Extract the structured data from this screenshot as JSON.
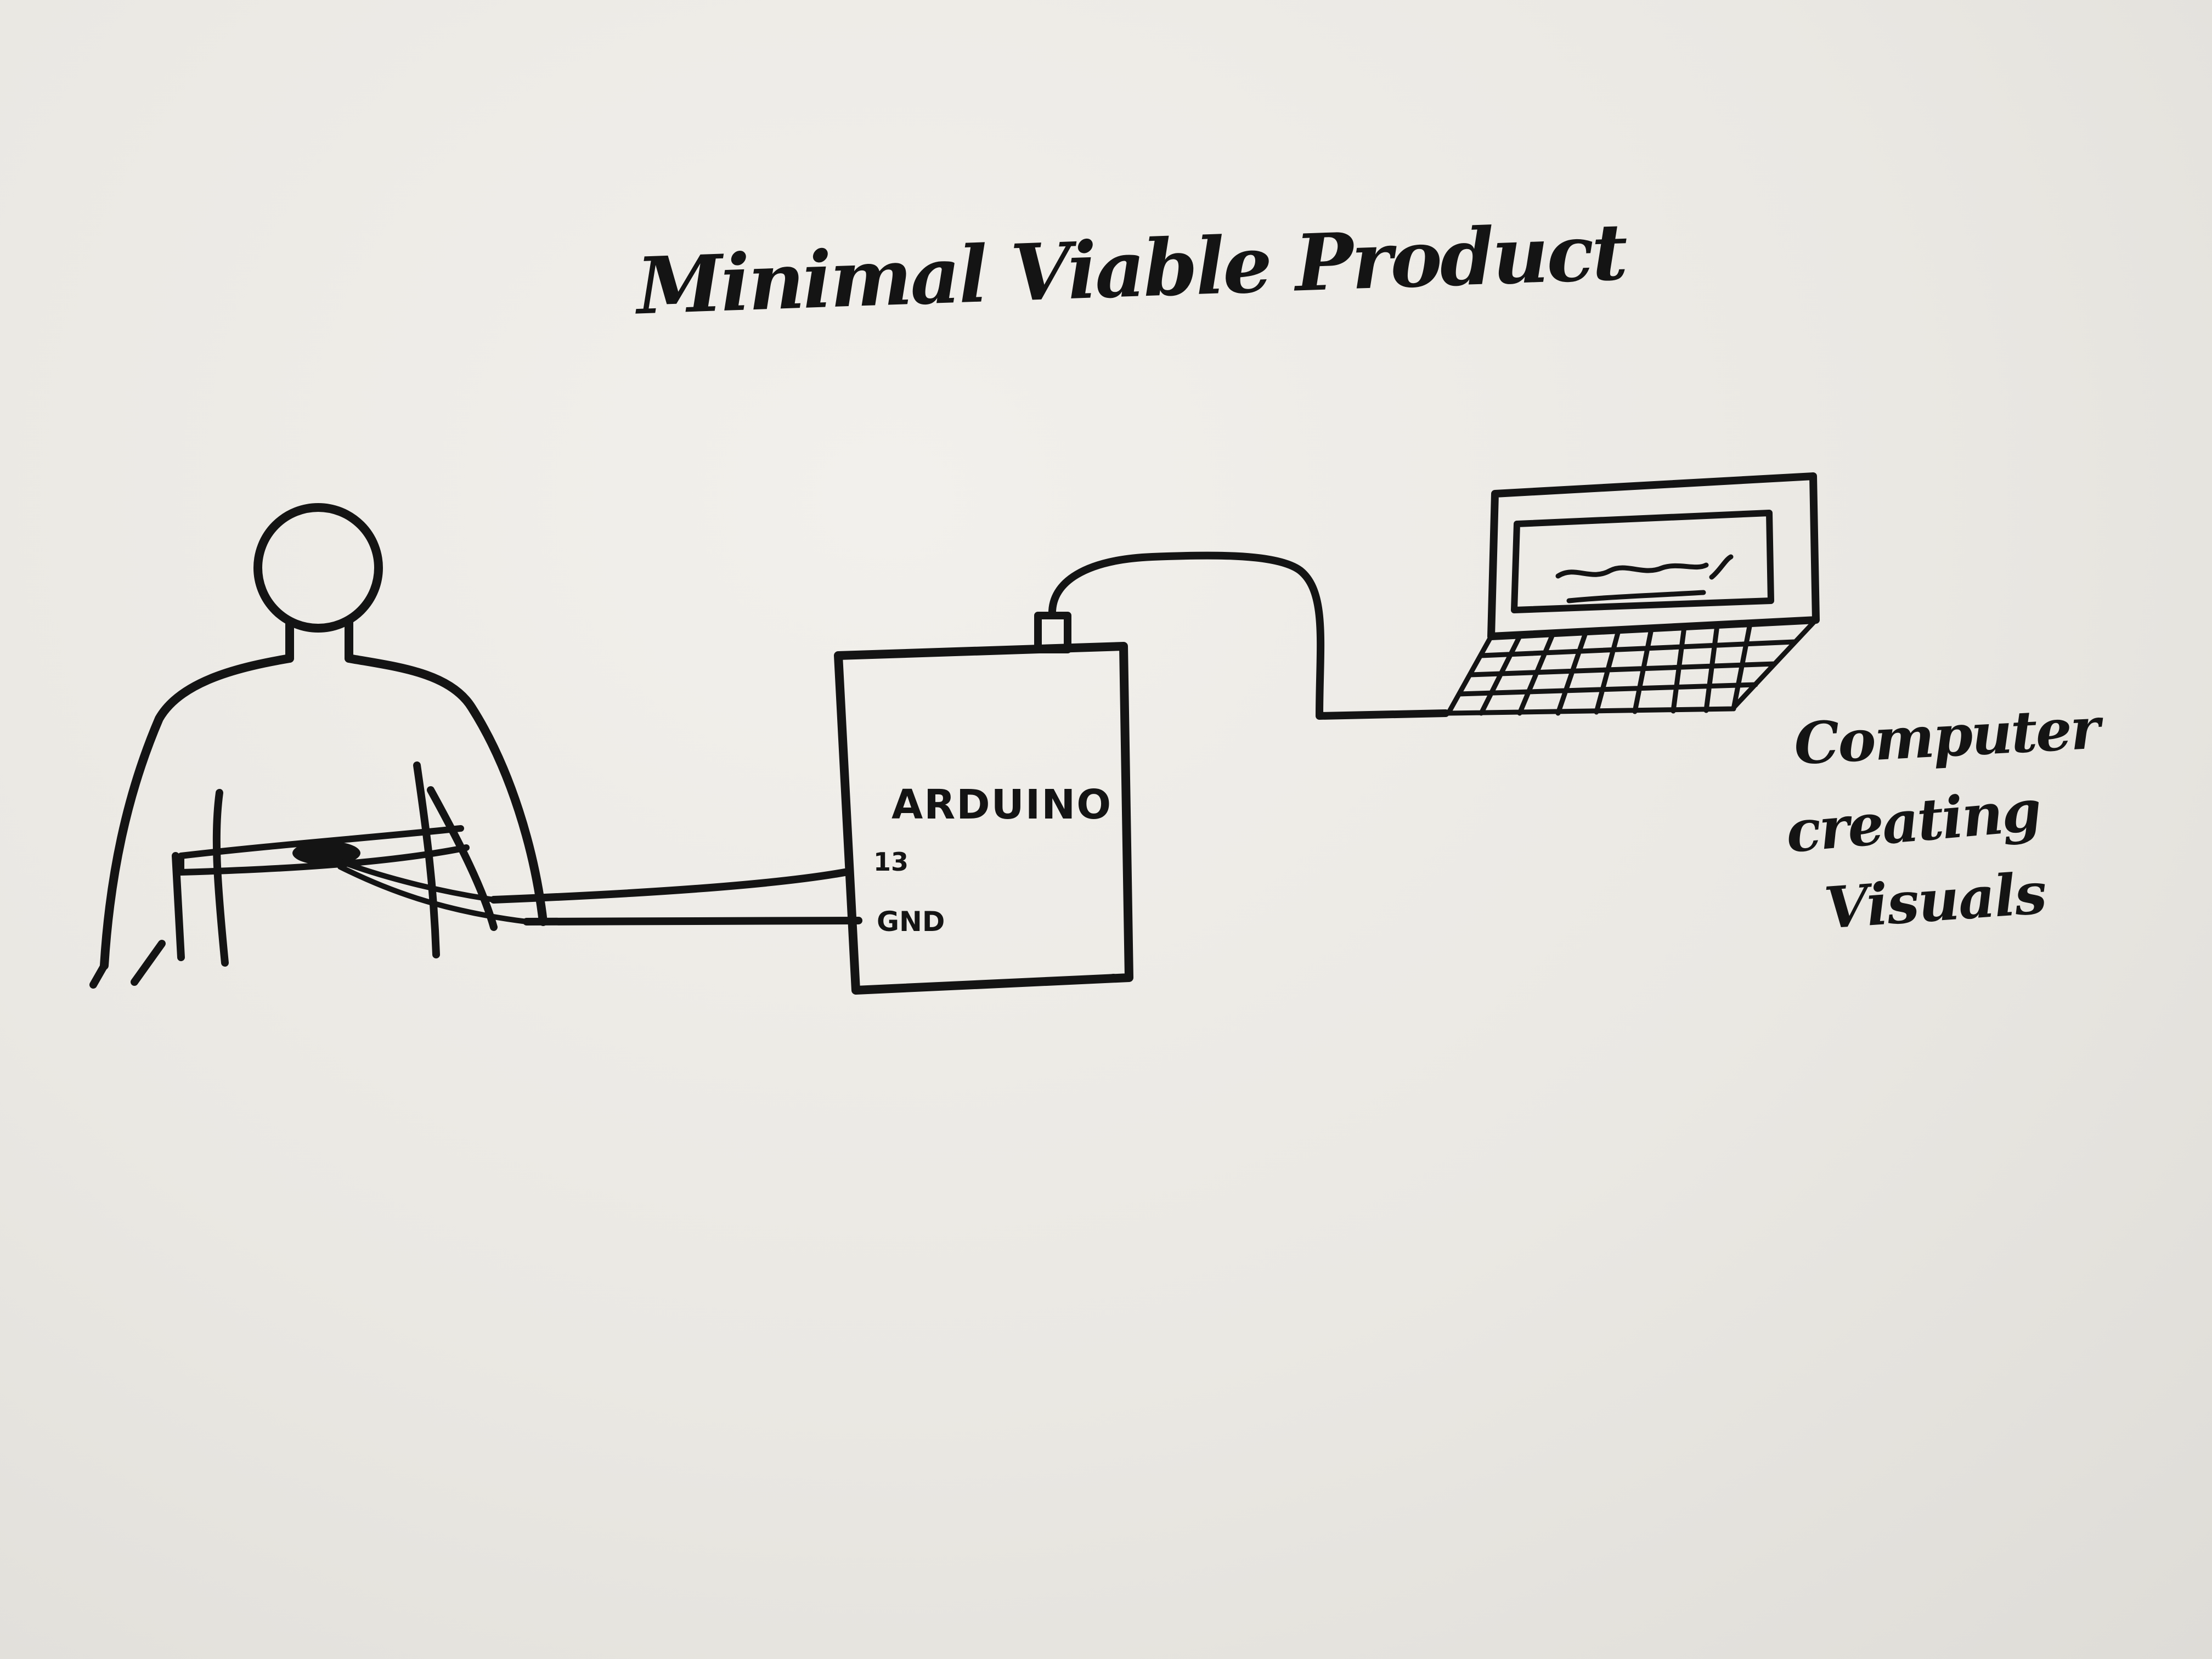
{
  "title": "Minimal Viable Product",
  "arduino": {
    "name": "ARDUINO",
    "pins": [
      "13",
      "GND"
    ]
  },
  "computer_note": [
    "Computer",
    "creating",
    "Visuals"
  ],
  "colors": {
    "paper": "#ebe9e4",
    "ink": "#141414"
  }
}
